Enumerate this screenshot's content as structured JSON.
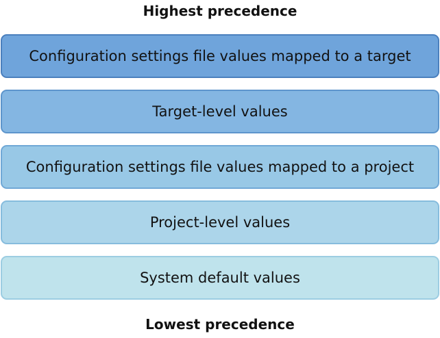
{
  "heading_top": "Highest precedence",
  "heading_bottom": "Lowest precedence",
  "tiers": [
    {
      "label": "Configuration settings file values mapped to a target",
      "fill": "#6fa4db",
      "border": "#4a7fbd"
    },
    {
      "label": "Target-level values",
      "fill": "#84b6e2",
      "border": "#5d95cc"
    },
    {
      "label": "Configuration settings file values mapped to a project",
      "fill": "#98c8e6",
      "border": "#70a8d6"
    },
    {
      "label": "Project-level values",
      "fill": "#acd5ea",
      "border": "#86bcdd"
    },
    {
      "label": "System default values",
      "fill": "#bfe3ec",
      "border": "#9ccde2"
    }
  ]
}
